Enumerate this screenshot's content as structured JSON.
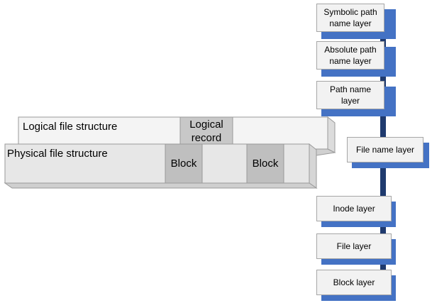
{
  "logical": {
    "title": "Logical file structure",
    "record_label": "Logical\nrecord"
  },
  "physical": {
    "title": "Physical file structure",
    "block_1": "Block",
    "block_2": "Block"
  },
  "layers": {
    "symbolic": "Symbolic path name layer",
    "absolute": "Absolute path name layer",
    "path_name": "Path name layer",
    "file_name": "File name layer",
    "inode": "Inode layer",
    "file": "File layer",
    "block": "Block layer"
  },
  "colors": {
    "spine": "#1f3a6e",
    "shadow": "#4472c4",
    "box_fill": "#f2f2f2",
    "slab_fill": "#e7e7e7",
    "block_fill": "#bfbfbf"
  }
}
